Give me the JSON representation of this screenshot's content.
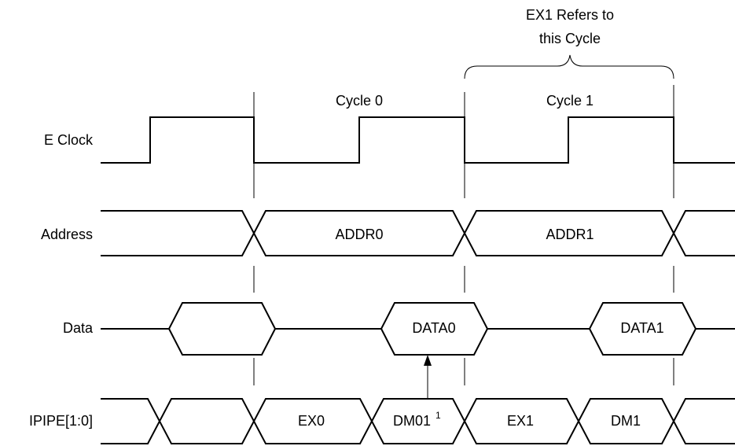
{
  "annotation": {
    "line1": "EX1 Refers to",
    "line2": "this Cycle"
  },
  "cycles": {
    "cycle0": "Cycle 0",
    "cycle1": "Cycle 1"
  },
  "signals": {
    "eclock": "E Clock",
    "address": "Address",
    "data": "Data",
    "ipipe": "IPIPE[1:0]"
  },
  "address_values": {
    "a0": "ADDR0",
    "a1": "ADDR1"
  },
  "data_values": {
    "d0": "DATA0",
    "d1": "DATA1"
  },
  "ipipe_values": {
    "ex0": "EX0",
    "dm01": "DM01",
    "dm01_note": "1",
    "ex1": "EX1",
    "dm1": "DM1"
  }
}
